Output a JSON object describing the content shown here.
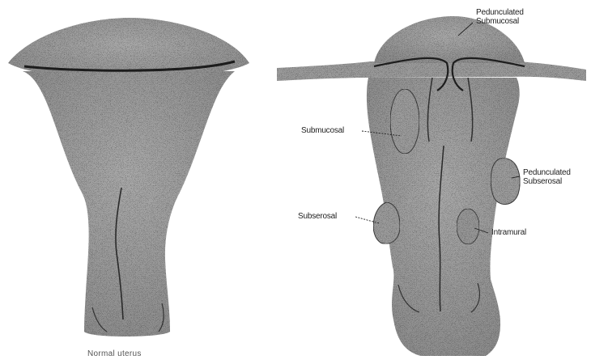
{
  "colors": {
    "tissue": "#8e8e8e",
    "tissue_light": "#b8b8b8",
    "outline": "#2a2a2a",
    "background": "#ffffff"
  },
  "left_figure": {
    "caption": "Normal uterus"
  },
  "right_figure": {
    "labels": {
      "pedunculated_submucosal_top_line1": "Pedunculated",
      "pedunculated_submucosal_top_line2": "Submucosal",
      "submucosal": "Submucosal",
      "pedunculated_subserosal_line1": "Pedunculated",
      "pedunculated_subserosal_line2": "Subserosal",
      "subserosal": "Subserosal",
      "intramural": "Intramural"
    }
  }
}
